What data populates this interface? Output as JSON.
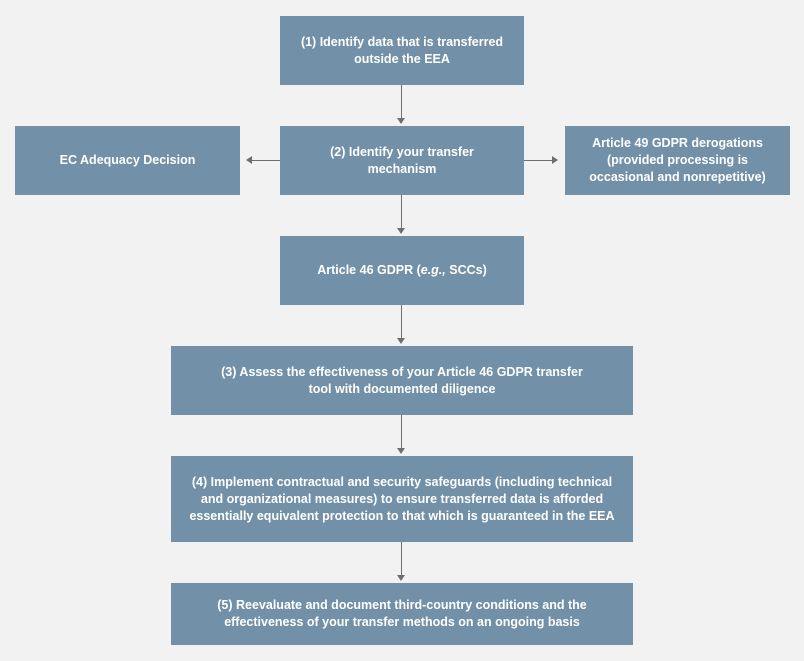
{
  "colors": {
    "background": "#f2f2f2",
    "box_fill": "#7291a8",
    "box_text": "#ffffff",
    "connector": "#6f6f6f"
  },
  "steps": {
    "step1": "(1) Identify data that is transferred outside the EEA",
    "step2": "(2) Identify your transfer mechanism",
    "ec_adequacy": "EC Adequacy Decision",
    "article49": "Article 49 GDPR derogations (provided processing is occasional and nonrepetitive)",
    "article46_prefix": "Article 46 GDPR (",
    "article46_eg": "e.g.,",
    "article46_suffix": " SCCs)",
    "step3": "(3) Assess the effectiveness of your Article 46 GDPR transfer tool with documented diligence",
    "step4": "(4) Implement contractual and security safeguards (including technical and organizational measures) to ensure transferred data is afforded essentially equivalent protection to that which is guaranteed in the EEA",
    "step5": "(5) Reevaluate and document third-country conditions and the effectiveness of your transfer methods on an ongoing basis"
  }
}
